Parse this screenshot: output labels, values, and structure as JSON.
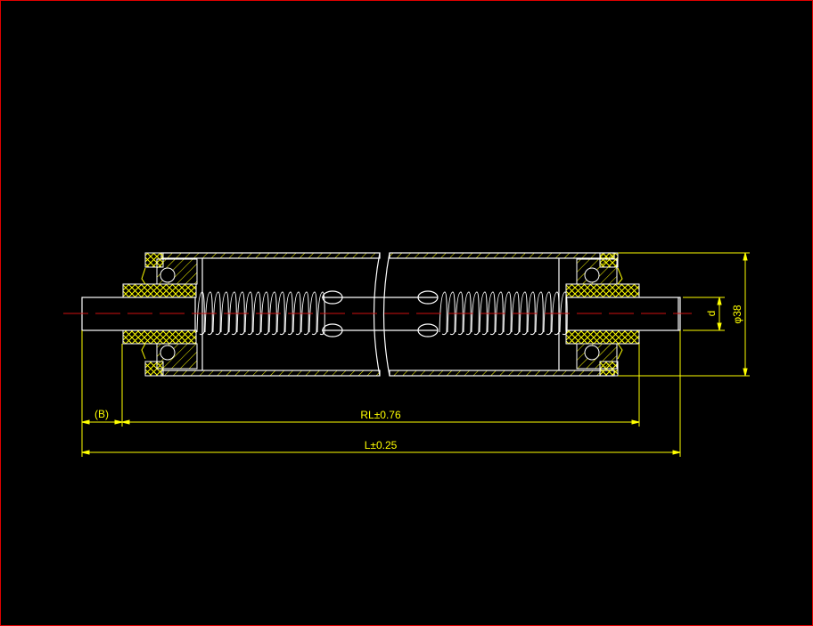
{
  "drawing": {
    "title": "Spring-loaded conveyor roller section",
    "colors": {
      "geometry": "#ffffff",
      "dimensions": "#ffff00",
      "centerline": "#d01010",
      "border": "#e00000",
      "background": "#000000"
    },
    "dimensions": {
      "b_label": "(B)",
      "rl_label": "RL±0.76",
      "l_label": "L±0.25",
      "d_label": "d",
      "dia_label": "φ38"
    }
  }
}
